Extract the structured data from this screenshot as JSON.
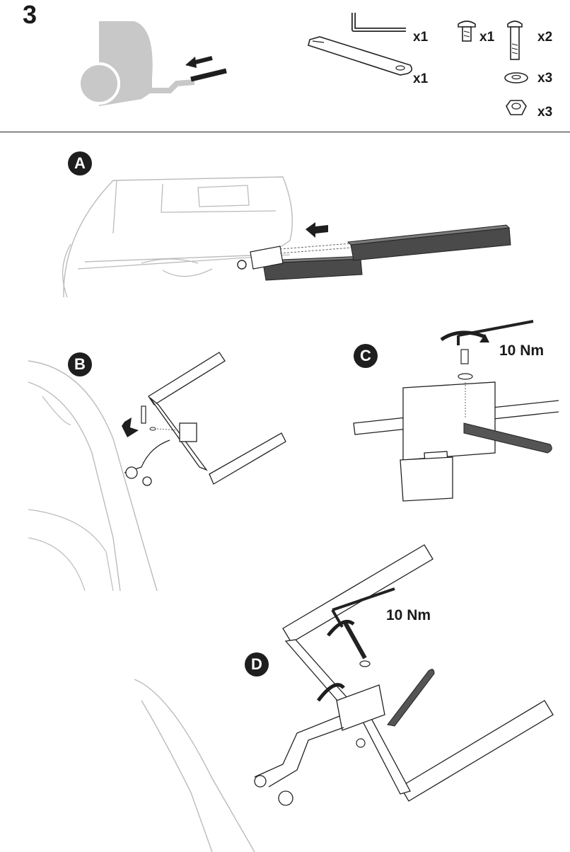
{
  "header": {
    "step_number": "3"
  },
  "parts": [
    {
      "name": "hex-key",
      "qty": "x1"
    },
    {
      "name": "wrench",
      "qty": "x1"
    },
    {
      "name": "short-bolt",
      "qty": "x1"
    },
    {
      "name": "long-bolt",
      "qty": "x2"
    },
    {
      "name": "washer",
      "qty": "x3"
    },
    {
      "name": "nut",
      "qty": "x3"
    }
  ],
  "steps": {
    "a": {
      "label": "A"
    },
    "b": {
      "label": "B"
    },
    "c": {
      "label": "C",
      "torque": "10 Nm"
    },
    "d": {
      "label": "D",
      "torque": "10 Nm"
    }
  },
  "colors": {
    "ink": "#1e1e1e",
    "car_grey": "#c8c8c8",
    "bar_dark": "#4a4a4a"
  }
}
